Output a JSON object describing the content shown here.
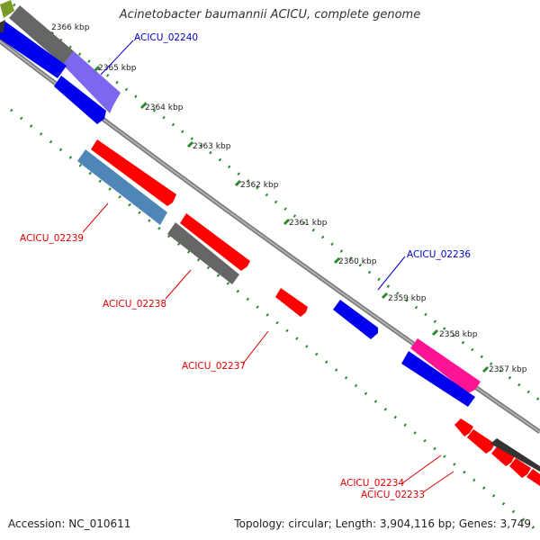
{
  "title": "Acinetobacter baumannii ACICU, complete genome",
  "footer": {
    "accession": "Accession: NC_010611",
    "summary": "Topology: circular; Length: 3,904,116 bp; Genes: 3,749"
  },
  "kbp_ticks": [
    "2366 kbp",
    "2365 kbp",
    "2364 kbp",
    "2363 kbp",
    "2362 kbp",
    "2361 kbp",
    "2360 kbp",
    "2359 kbp",
    "2358 kbp",
    "2357 kbp"
  ],
  "gene_labels": [
    {
      "name": "ACICU_02240",
      "color": "#0000cc"
    },
    {
      "name": "ACICU_02239",
      "color": "#dd0000"
    },
    {
      "name": "ACICU_02238",
      "color": "#dd0000"
    },
    {
      "name": "ACICU_02237",
      "color": "#dd0000"
    },
    {
      "name": "ACICU_02236",
      "color": "#0000cc"
    },
    {
      "name": "ACICU_02234",
      "color": "#dd0000"
    },
    {
      "name": "ACICU_02233",
      "color": "#dd0000"
    }
  ],
  "colors": {
    "backbone": "#888888",
    "tick_dots": "#2a8a2a",
    "gene_red": "#ff0000",
    "gene_blue": "#0000ee",
    "gene_steelblue": "#4f86b8",
    "gene_gray": "#666666",
    "gene_violet": "#7b68ee",
    "gene_magenta": "#ff1493",
    "gene_olive": "#7a9a2a",
    "label_red": "#dd0000",
    "label_blue": "#0000cc"
  }
}
